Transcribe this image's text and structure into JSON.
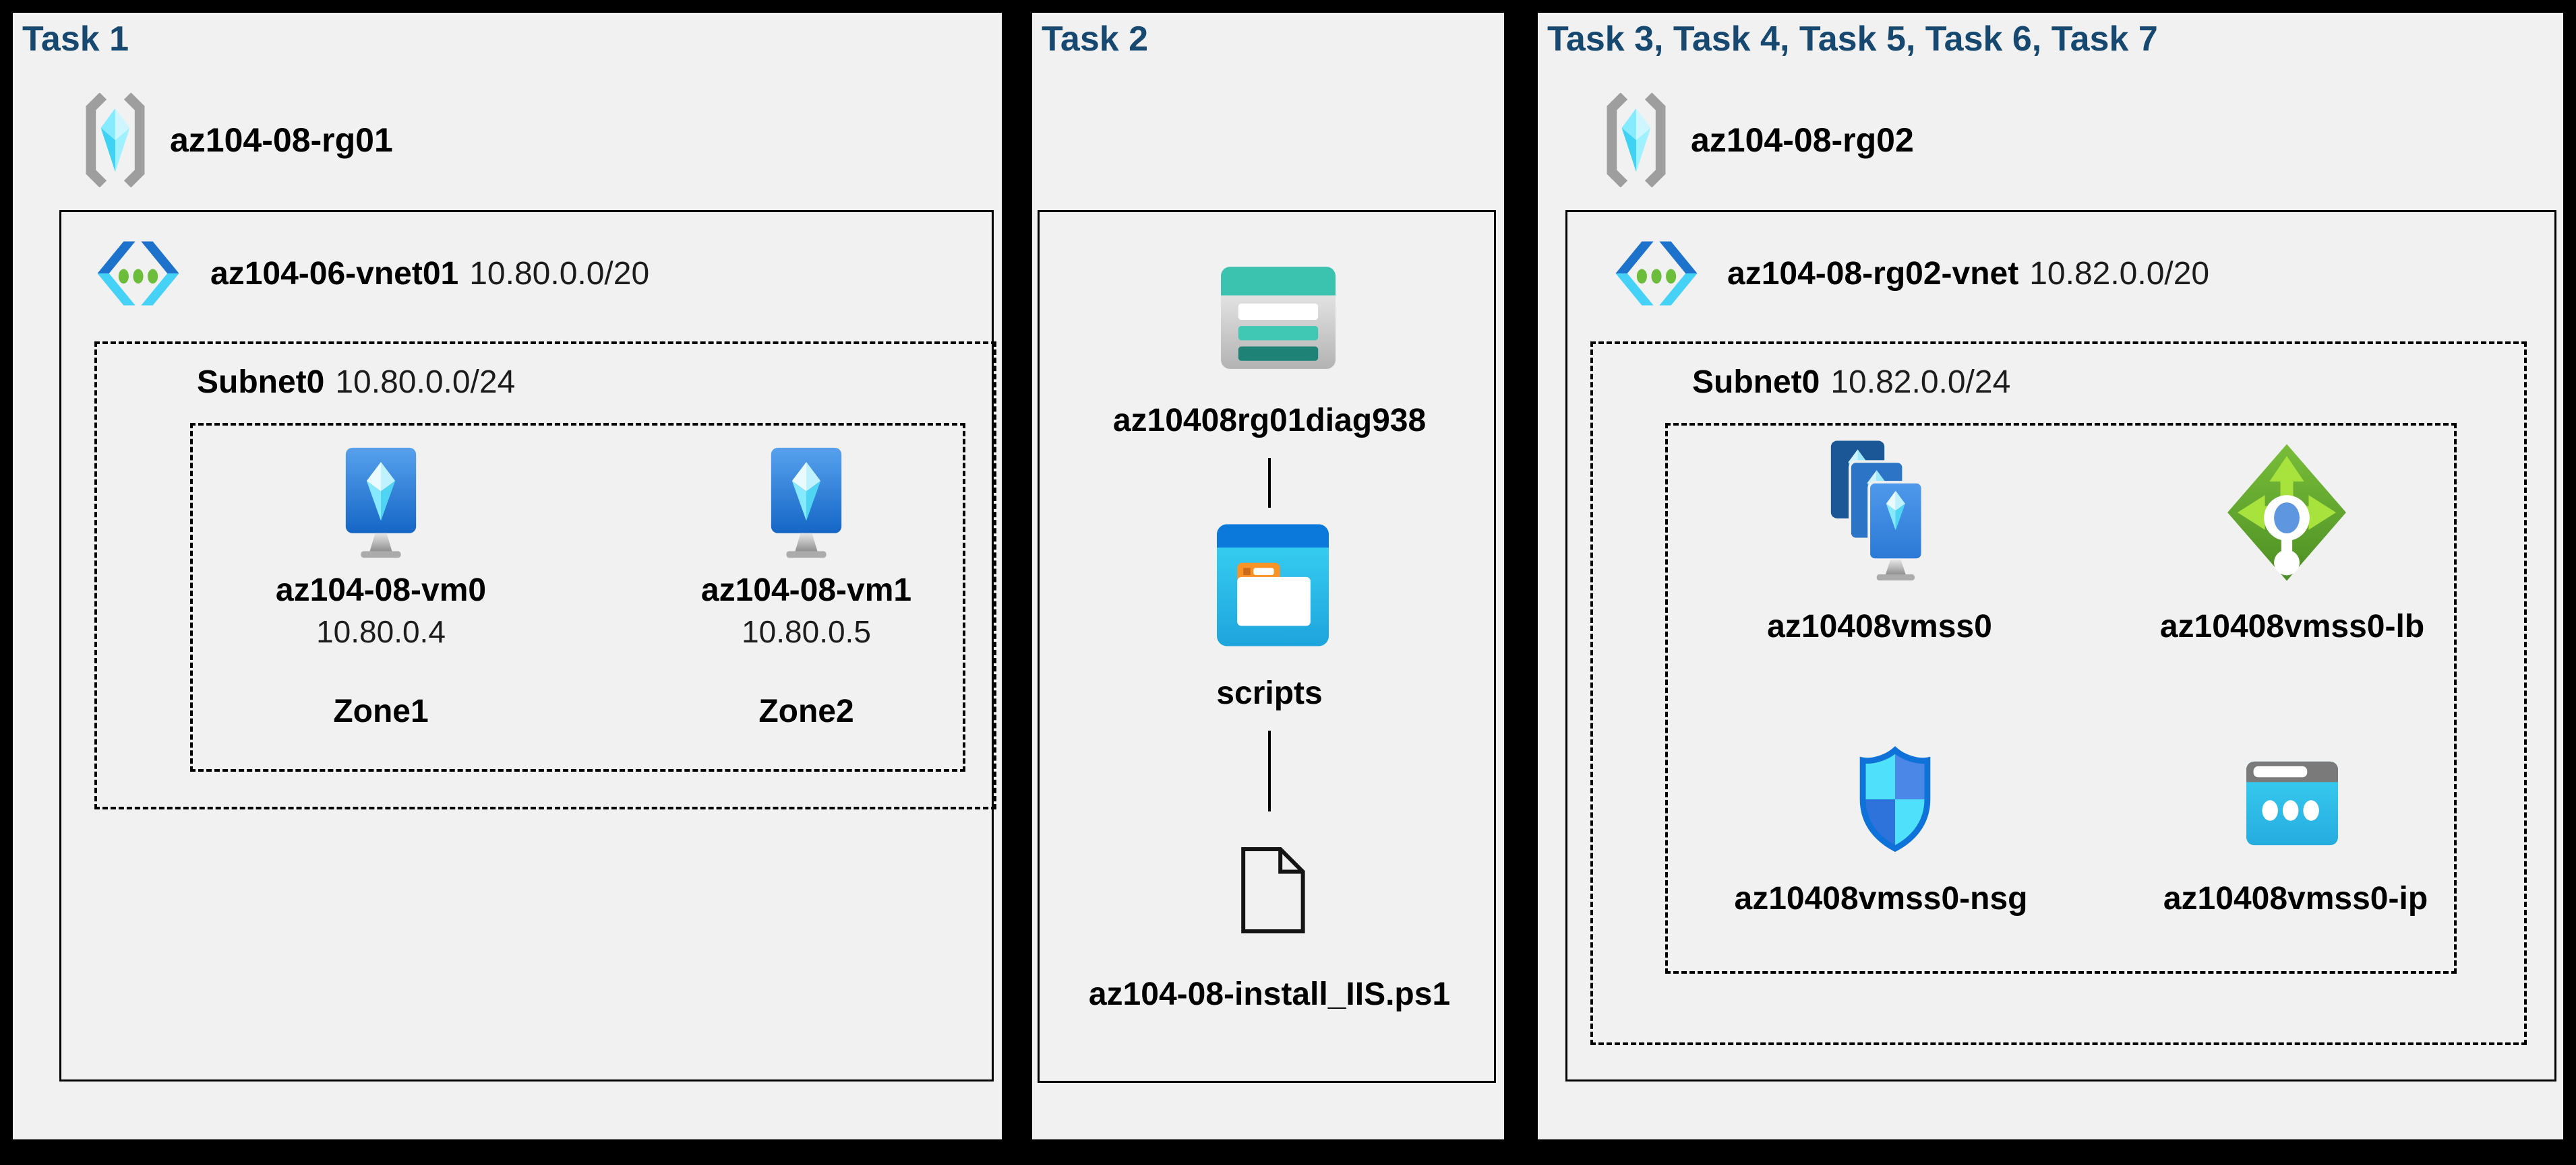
{
  "panel1": {
    "header": "Task 1",
    "resource_group": "az104-08-rg01",
    "vnet_name": "az104-06-vnet01",
    "vnet_cidr": "10.80.0.0/20",
    "subnet_name": "Subnet0",
    "subnet_cidr": "10.80.0.0/24",
    "vms": [
      {
        "name": "az104-08-vm0",
        "ip": "10.80.0.4",
        "zone": "Zone1"
      },
      {
        "name": "az104-08-vm1",
        "ip": "10.80.0.5",
        "zone": "Zone2"
      }
    ]
  },
  "panel2": {
    "header": "Task 2",
    "storage_account": "az10408rg01diag938",
    "container": "scripts",
    "file": "az104-08-install_IIS.ps1"
  },
  "panel3": {
    "header": "Task 3, Task 4, Task 5, Task 6, Task 7",
    "resource_group": "az104-08-rg02",
    "vnet_name": "az104-08-rg02-vnet",
    "vnet_cidr": "10.82.0.0/20",
    "subnet_name": "Subnet0",
    "subnet_cidr": "10.82.0.0/24",
    "vmss": "az10408vmss0",
    "load_balancer": "az10408vmss0-lb",
    "nsg": "az10408vmss0-nsg",
    "public_ip": "az10408vmss0-ip"
  },
  "colors": {
    "task_header": "#17486F",
    "panel_background": "#F1F1F1",
    "outline_black": "#000000",
    "azure_blue": "#1D72CB",
    "azure_cyan": "#46D1F6",
    "vnet_dot_green": "#6CBD3C",
    "storage_teal": "#3CC3B0",
    "storage_teal_dark": "#1F8276",
    "folder_orange": "#F79428",
    "lb_green": "#5FA32C",
    "lb_arrow_green": "#A8E23C",
    "nsg_blue": "#0F72D8",
    "ip_gray": "#7A7A7A"
  }
}
